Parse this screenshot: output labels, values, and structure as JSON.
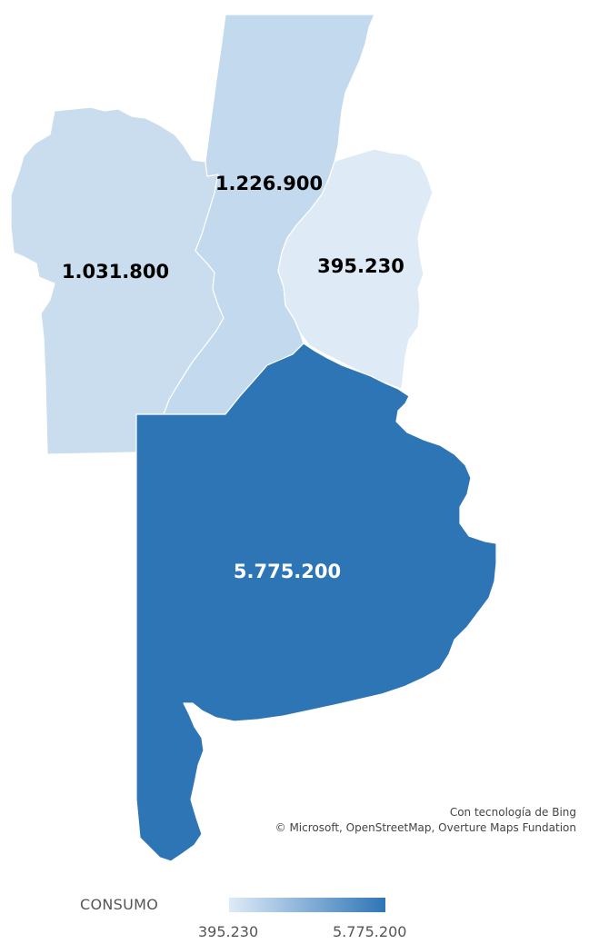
{
  "map": {
    "legend_field": "CONSUMO",
    "scale": {
      "min_label": "395.230",
      "max_label": "5.775.200",
      "min_value": 395230,
      "max_value": 5775200,
      "low_color": "#deebf7",
      "high_color": "#2e75b6"
    },
    "regions": [
      {
        "value_label": "1.031.800",
        "value": 1031800
      },
      {
        "value_label": "1.226.900",
        "value": 1226900
      },
      {
        "value_label": "395.230",
        "value": 395230
      },
      {
        "value_label": "5.775.200",
        "value": 5775200
      }
    ],
    "attribution": {
      "line1": "Con tecnología de Bing",
      "line2": "© Microsoft, OpenStreetMap, Overture Maps Fundation"
    }
  }
}
